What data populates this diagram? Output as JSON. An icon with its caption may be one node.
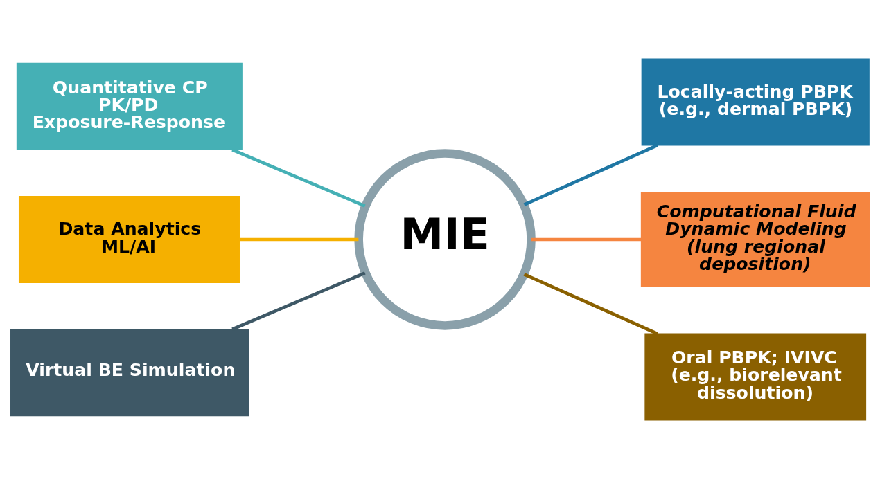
{
  "diagram": {
    "nodes": [
      {
        "text": [
          "Quantitative CP",
          "PK/PD",
          "Exposure-Response"
        ]
      },
      {
        "text": [
          "Locally-acting PBPK (e.g., dermal PBPK)"
        ]
      },
      {
        "text": [
          "Data Analytics",
          "ML/AI"
        ]
      },
      {
        "text": [
          "MIE"
        ]
      },
      {
        "text": [
          "Computational Fluid Dynamic Modeling",
          "(lung regional deposition)"
        ]
      },
      {
        "text": [
          "Virtual BE Simulation"
        ]
      },
      {
        "text": [
          "Oral PBPK; IVIVC",
          "(e.g., biorelevant dissolution)"
        ]
      }
    ],
    "edges": [
      {
        "from": 0,
        "to": 3,
        "arrow": "none",
        "color": "#45b0b5"
      },
      {
        "from": 3,
        "to": 1,
        "arrow": "none",
        "color": "#1f77a4"
      },
      {
        "from": 2,
        "to": 3,
        "arrow": "none",
        "color": "#f5b000"
      },
      {
        "from": 3,
        "to": 4,
        "arrow": "none",
        "color": "#f58540"
      },
      {
        "from": 5,
        "to": 3,
        "arrow": "none",
        "color": "#3e5866"
      },
      {
        "from": 3,
        "to": 6,
        "arrow": "none",
        "color": "#8a6000"
      }
    ]
  }
}
